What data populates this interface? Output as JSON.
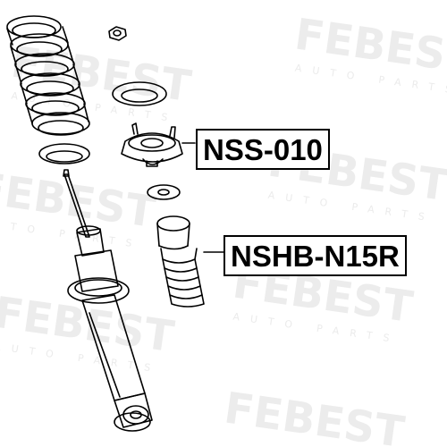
{
  "watermark": {
    "brand": "FEBEST",
    "tagline": "AUTO PARTS"
  },
  "labels": {
    "part_1": "NSS-010",
    "part_2": "NSHB-N15R"
  }
}
